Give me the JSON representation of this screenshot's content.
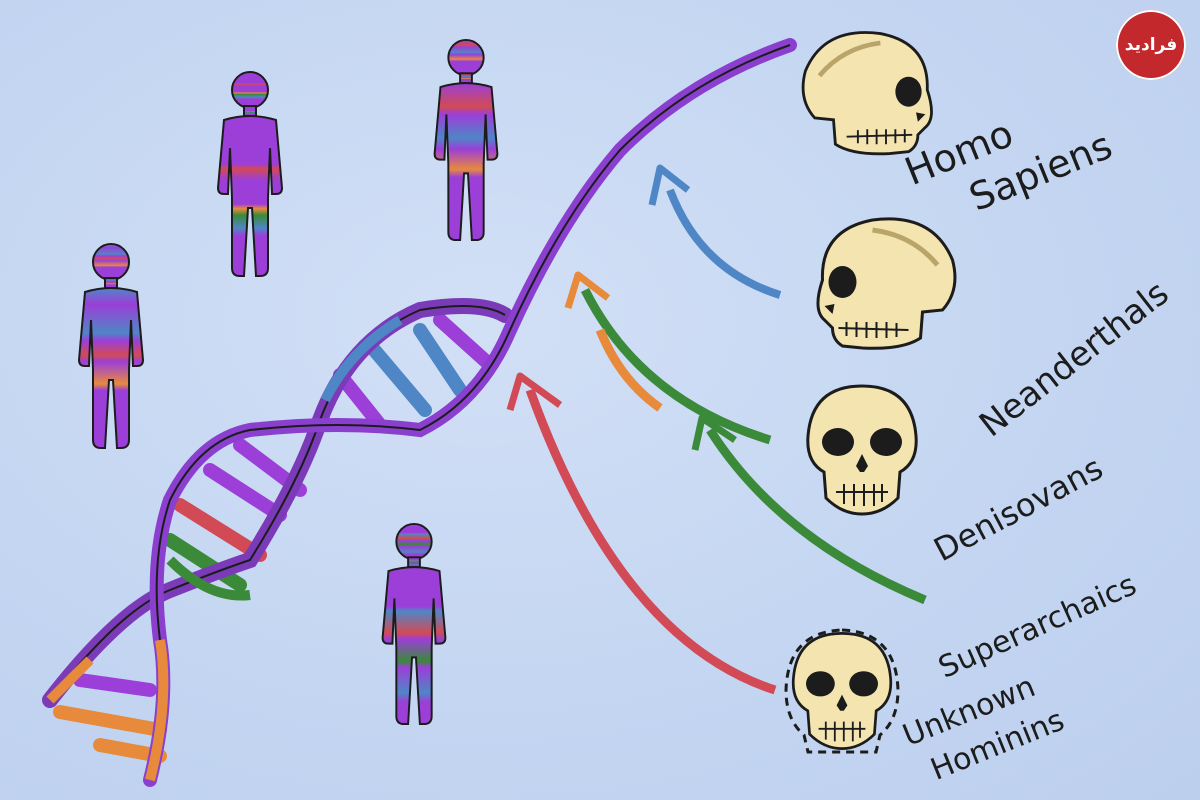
{
  "watermark": {
    "text": "فرادید"
  },
  "hominins": [
    {
      "lines": [
        "Homo",
        "Sapiens"
      ]
    },
    {
      "lines": [
        "Neanderthals"
      ]
    },
    {
      "lines": [
        "Denisovans"
      ]
    },
    {
      "lines": [
        "Superarchaics"
      ]
    },
    {
      "lines": [
        "Unknown",
        "Hominins"
      ]
    }
  ],
  "colors": {
    "background": "#c5d7f2",
    "purple": "#9b3fd8",
    "red": "#d24a55",
    "blue": "#4f86c6",
    "green": "#3a8a3a",
    "orange": "#e88a3c",
    "skull": "#f4e4b0",
    "ink": "#1c1c1c"
  },
  "icons": [
    "human-figure",
    "dna-helix",
    "skull",
    "arrow"
  ]
}
